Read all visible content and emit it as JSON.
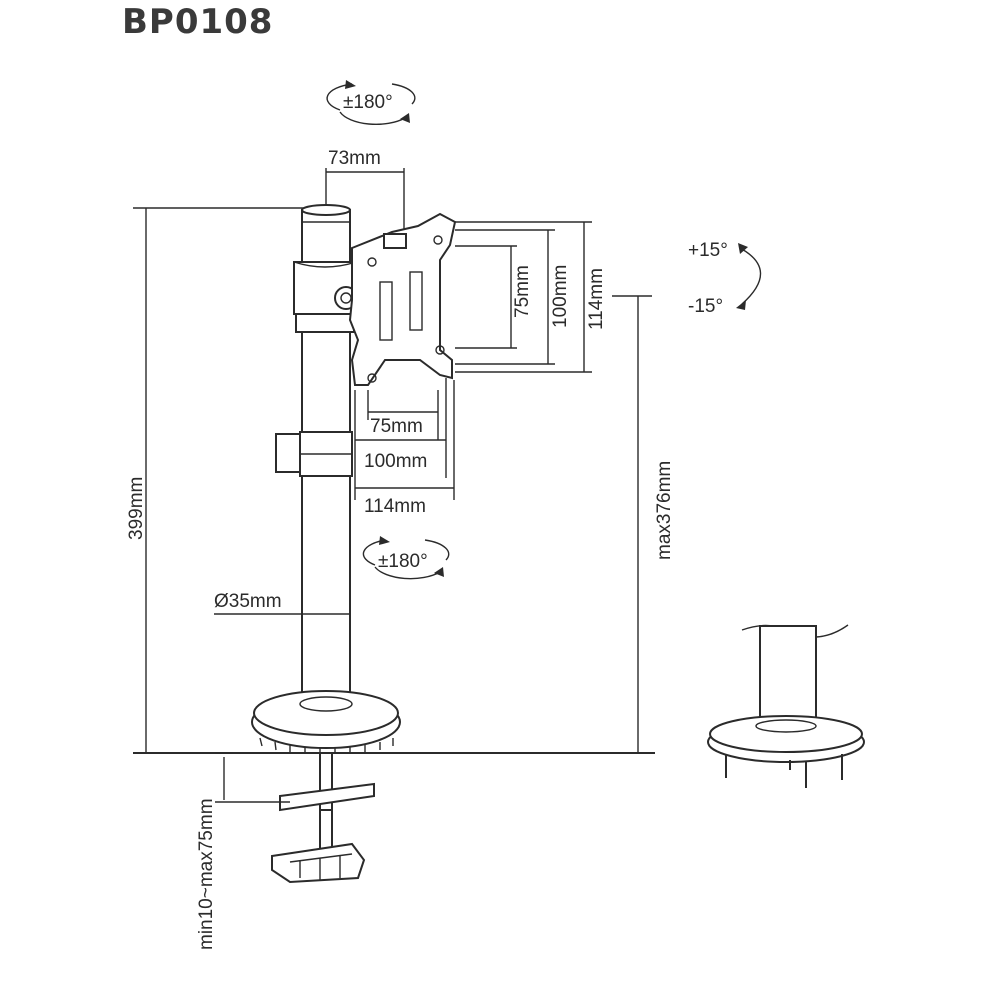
{
  "title": "BP0108",
  "labels": {
    "rotate_top": "±180°",
    "rotate_bottom": "±180°",
    "tilt_up": "+15°",
    "tilt_down": "-15°",
    "arm_offset": "73mm",
    "vesa_v_75": "75mm",
    "vesa_v_100": "100mm",
    "vesa_v_114": "114mm",
    "vesa_h_75": "75mm",
    "vesa_h_100": "100mm",
    "vesa_h_114": "114mm",
    "pole_height": "399mm",
    "max_height": "max376mm",
    "pole_diameter": "Ø35mm",
    "desk_clamp_range": "min10~max75mm"
  }
}
